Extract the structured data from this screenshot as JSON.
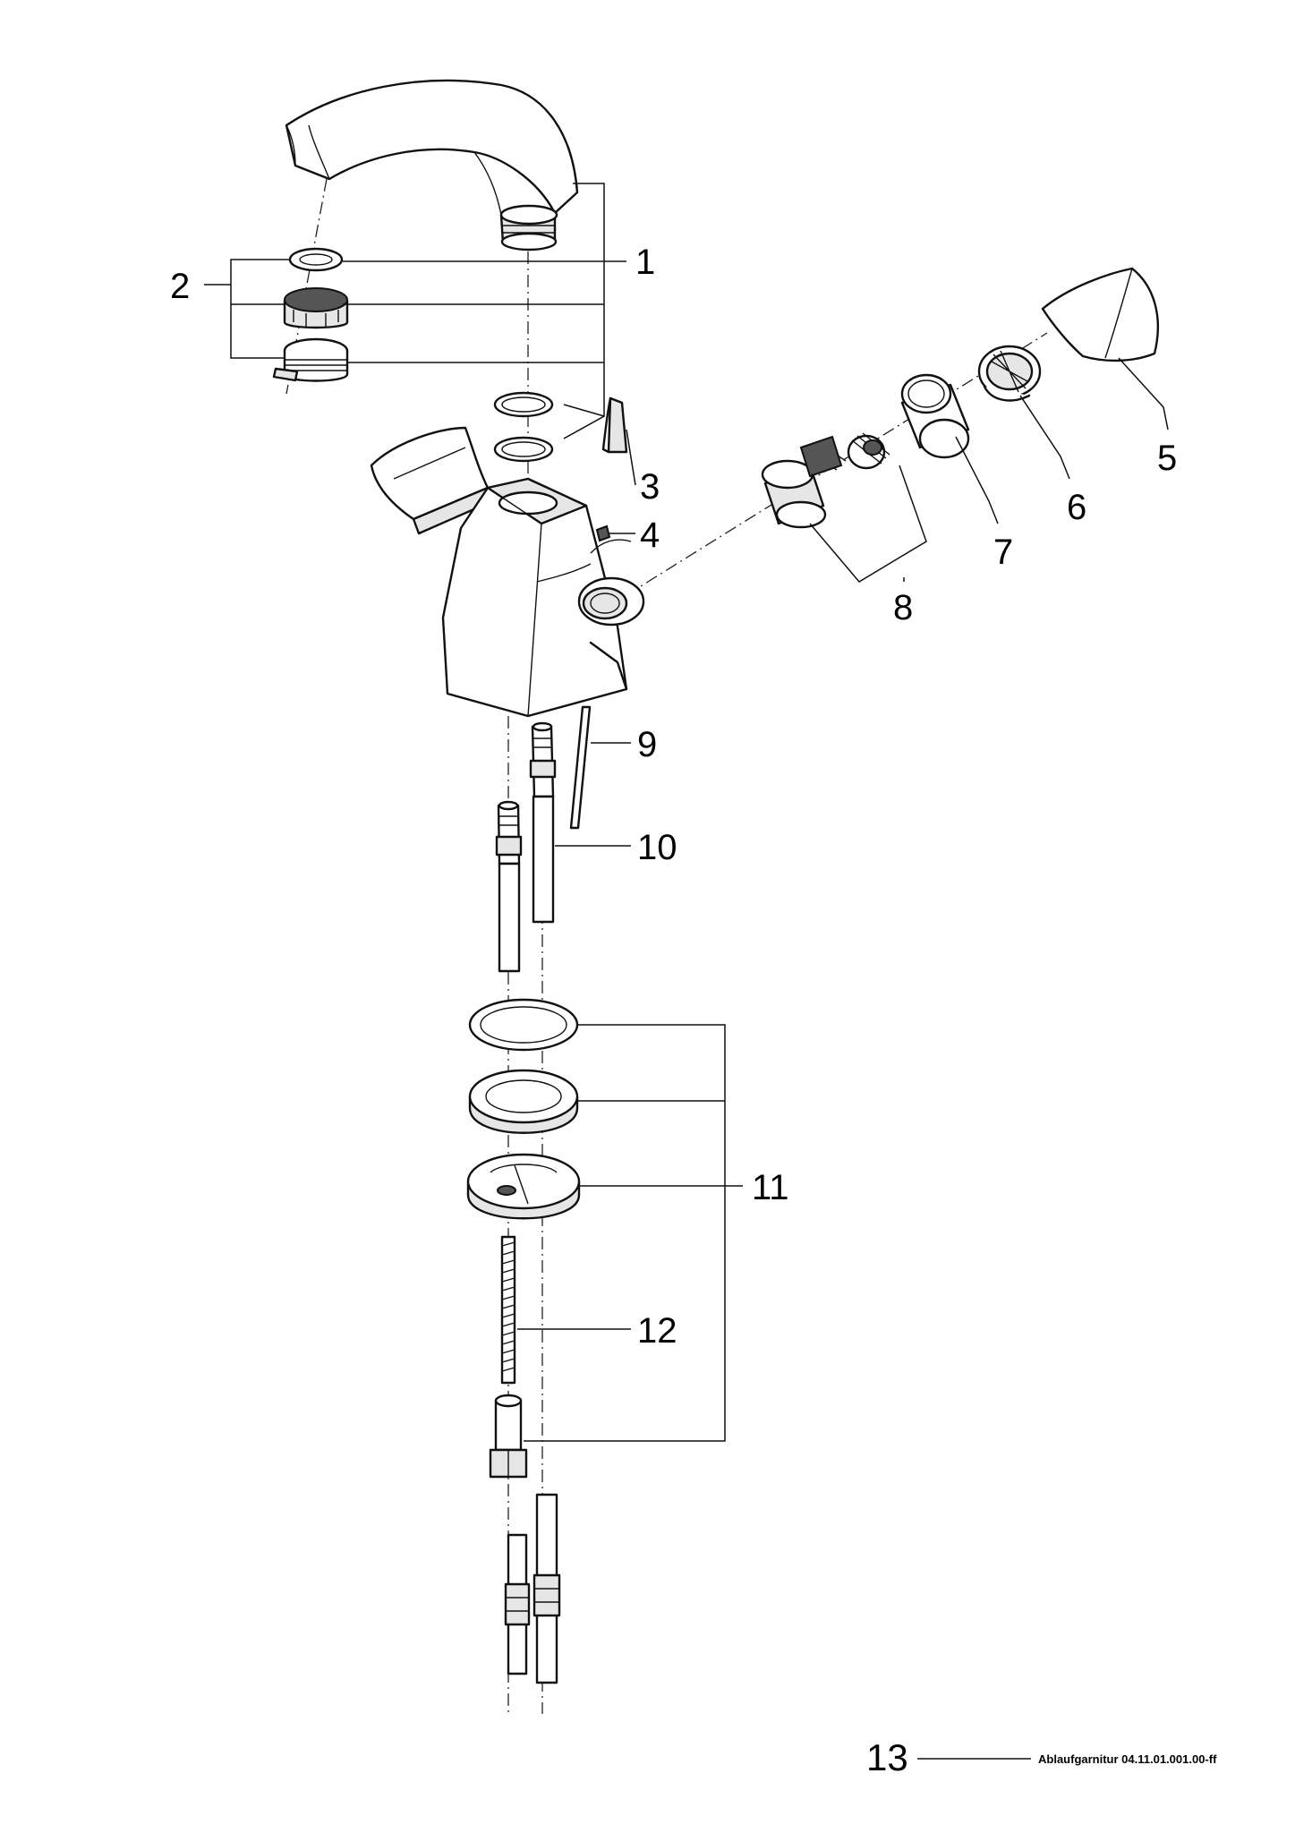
{
  "callouts": {
    "c1": "1",
    "c2": "2",
    "c3": "3",
    "c4": "4",
    "c5": "5",
    "c6": "6",
    "c7": "7",
    "c8": "8",
    "c9": "9",
    "c10": "10",
    "c11": "11",
    "c12": "12"
  },
  "footer": {
    "page_number": "13",
    "reference": "Ablaufgarnitur 04.11.01.001.00-ff"
  }
}
